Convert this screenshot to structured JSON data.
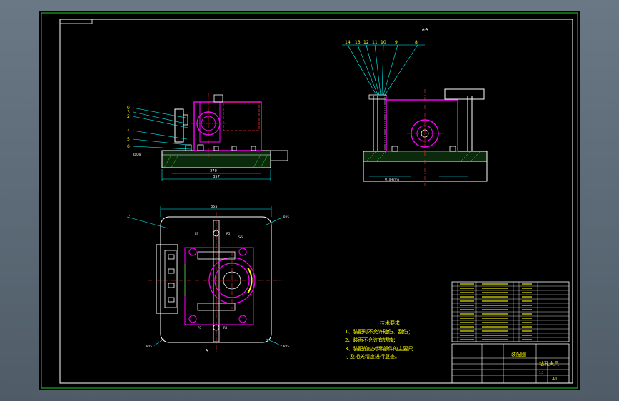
{
  "colors": {
    "frame": "#22cc22",
    "outline": "#ffffff",
    "part": "#ff00ff",
    "center": "#ff3333",
    "dim": "#00ffff",
    "hatch": "#22dd22",
    "leader": "#00ffff",
    "text": "#ffff00"
  },
  "views": {
    "section_label": "A-A",
    "front_balloons": [
      "9",
      "3",
      "2",
      "4",
      "5",
      "6"
    ],
    "front_dims": [
      "270",
      "357"
    ],
    "front_small_note": "Ra0.8",
    "section_balloons": [
      "14",
      "13",
      "12",
      "11",
      "10",
      "9",
      "8"
    ],
    "section_dim": "Φ10H7/n6",
    "plan_dim_top": "355",
    "plan_balloon": "7",
    "plan_labels": {
      "r_tl": "R20",
      "r_tr": "R25",
      "r_bl": "R25",
      "r_br": "R25",
      "p1": "P3",
      "p2": "P3",
      "p3": "R3",
      "p4": "R5",
      "bottom": "A"
    }
  },
  "notes": {
    "title": "技术要求",
    "lines": [
      "1、装配时不允许磕伤、刮伤；",
      "2、装面不允许有锈蚀；",
      "3、装配前应对零部件的主要尺",
      "寸及相关精度进行复查。"
    ]
  },
  "title_block": {
    "assembly_label": "装配图",
    "drawing_name": "钻孔夹具",
    "sheet_size": "A1",
    "scale": "1:1"
  }
}
